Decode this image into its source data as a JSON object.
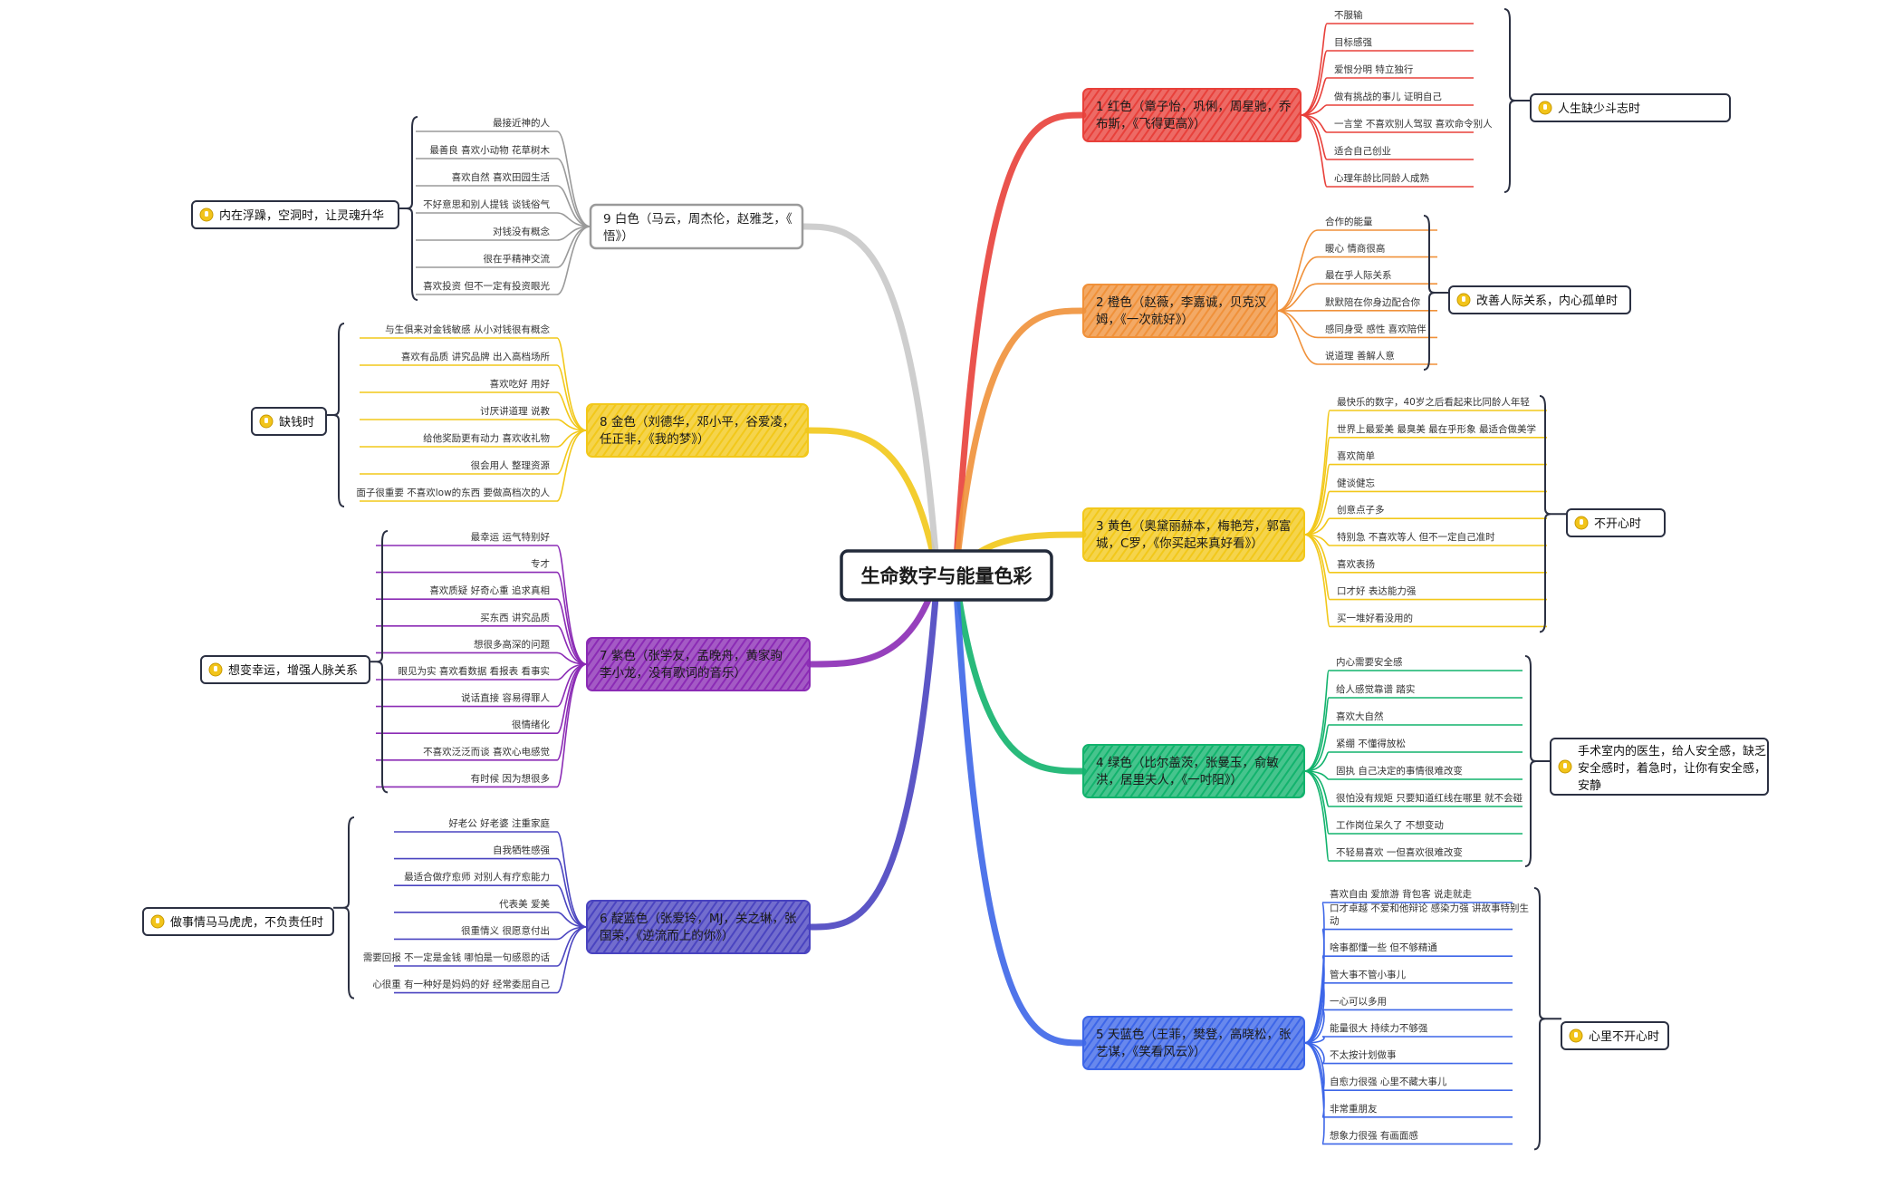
{
  "root": {
    "title": "生命数字与能量色彩"
  },
  "branches": [
    {
      "id": "red",
      "color": "#e8403a",
      "lines": [
        "1 红色（章子怡，巩俐，周星驰，乔",
        "布斯，《飞得更高》）"
      ],
      "leaves": [
        "不服输",
        "目标感强",
        "爱恨分明 特立独行",
        "做有挑战的事儿 证明自己",
        "一言堂 不喜欢别人驾驭 喜欢命令别人",
        "适合自己创业",
        "心理年龄比同龄人成熟"
      ],
      "summary": [
        "人生缺少斗志时"
      ]
    },
    {
      "id": "orange",
      "color": "#f0913a",
      "lines": [
        "2 橙色（赵薇，李嘉诚，贝克汉",
        "姆，《一次就好》）"
      ],
      "leaves": [
        "合作的能量",
        "暖心 情商很高",
        "最在乎人际关系",
        "默默陪在你身边配合你",
        "感同身受 感性 喜欢陪伴",
        "说道理 善解人意"
      ],
      "summary": [
        "改善人际关系，内心孤单时"
      ]
    },
    {
      "id": "yellow",
      "color": "#f2c81a",
      "lines": [
        "3 黄色（奥黛丽赫本，梅艳芳，郭富",
        "城，C罗，《你买起来真好看》）"
      ],
      "leaves": [
        "最快乐的数字，40岁之后看起来比同龄人年轻",
        "世界上最爱美 最臭美 最在乎形象 最适合做美学",
        "喜欢简单",
        "健谈健忘",
        "创意点子多",
        "特别急 不喜欢等人 但不一定自己准时",
        "喜欢表扬",
        "口才好 表达能力强",
        "买一堆好看没用的"
      ],
      "summary": [
        "不开心时"
      ]
    },
    {
      "id": "green",
      "color": "#12b36d",
      "lines": [
        "4 绿色（比尔盖茨，张曼玉，俞敏",
        "洪，居里夫人，《一吋阳》）"
      ],
      "leaves": [
        "内心需要安全感",
        "给人感觉靠谱 踏实",
        "喜欢大自然",
        "紧绷 不懂得放松",
        "固执 自己决定的事情很难改变",
        "很怕没有规矩 只要知道红线在哪里 就不会碰",
        "工作岗位呆久了 不想变动",
        "不轻易喜欢 一但喜欢很难改变"
      ],
      "summary": [
        "手术室内的医生，给人安全感，缺乏",
        "安全感时，着急时，让你有安全感，",
        "安静"
      ]
    },
    {
      "id": "sky",
      "color": "#3d66e8",
      "lines": [
        "5 天蓝色（王菲，樊登，高晓松，张",
        "艺谋，《笑看风云》）"
      ],
      "leaves": [
        "喜欢自由 爱旅游 背包客 说走就走",
        "口才卓越 不爱和他辩论 感染力强 讲故事特别生|动",
        "啥事都懂一些 但不够精通",
        "管大事不管小事儿",
        "一心可以多用",
        "能量很大 持续力不够强",
        "不太按计划做事",
        "自愈力很强 心里不藏大事儿",
        "非常重朋友",
        "想象力很强 有画面感"
      ],
      "summary": [
        "心里不开心时"
      ]
    },
    {
      "id": "indigo",
      "color": "#4a44c0",
      "lines": [
        "6 靛蓝色（张爱玲，MJ，关之琳，张",
        "国荣，《逆流而上的你》）"
      ],
      "leaves": [
        "好老公 好老婆 注重家庭",
        "自我牺牲感强",
        "最适合做疗愈师 对别人有疗愈能力",
        "代表美 爱美",
        "很重情义 很愿意付出",
        "需要回报 不一定是金钱 哪怕是一句感恩的话",
        "心很重 有一种好是妈妈的好 经常委屈自己"
      ],
      "summary": [
        "做事情马马虎虎，不负责任时"
      ]
    },
    {
      "id": "purple",
      "color": "#8b2bb5",
      "lines": [
        "7 紫色（张学友，孟晚舟，黄家驹",
        "李小龙，没有歌词的音乐）"
      ],
      "leaves": [
        "最幸运 运气特别好",
        "专才",
        "喜欢质疑 好奇心重 追求真相",
        "买东西 讲究品质",
        "想很多高深的问题",
        "眼见为实 喜欢看数据 看报表 看事实",
        "说话直接 容易得罪人",
        "很情绪化",
        "不喜欢泛泛而谈 喜欢心电感觉",
        "有时候 因为想很多"
      ],
      "summary": [
        "想变幸运，增强人脉关系"
      ]
    },
    {
      "id": "gold",
      "color": "#f2c81a",
      "lines": [
        "8 金色（刘德华，邓小平，谷爱凌，",
        "任正非，《我的梦》）"
      ],
      "leaves": [
        "与生俱来对金钱敏感 从小对钱很有概念",
        "喜欢有品质 讲究品牌 出入高档场所",
        "喜欢吃好 用好",
        "讨厌讲道理 说教",
        "给他奖励更有动力 喜欢收礼物",
        "很会用人 整理资源",
        "面子很重要 不喜欢low的东西 要做高档次的人"
      ],
      "summary": [
        "缺钱时"
      ]
    },
    {
      "id": "white",
      "color": "#c9c9c9",
      "lines": [
        "9 白色（马云，周杰伦，赵雅芝，《",
        "悟》）"
      ],
      "leaves": [
        "最接近神的人",
        "最善良 喜欢小动物 花草树木",
        "喜欢自然 喜欢田园生活",
        "不好意思和别人提钱 谈钱俗气",
        "对钱没有概念",
        "很在乎精神交流",
        "喜欢投资 但不一定有投资眼光"
      ],
      "summary": [
        "内在浮躁，空洞时，让灵魂升华"
      ]
    }
  ]
}
